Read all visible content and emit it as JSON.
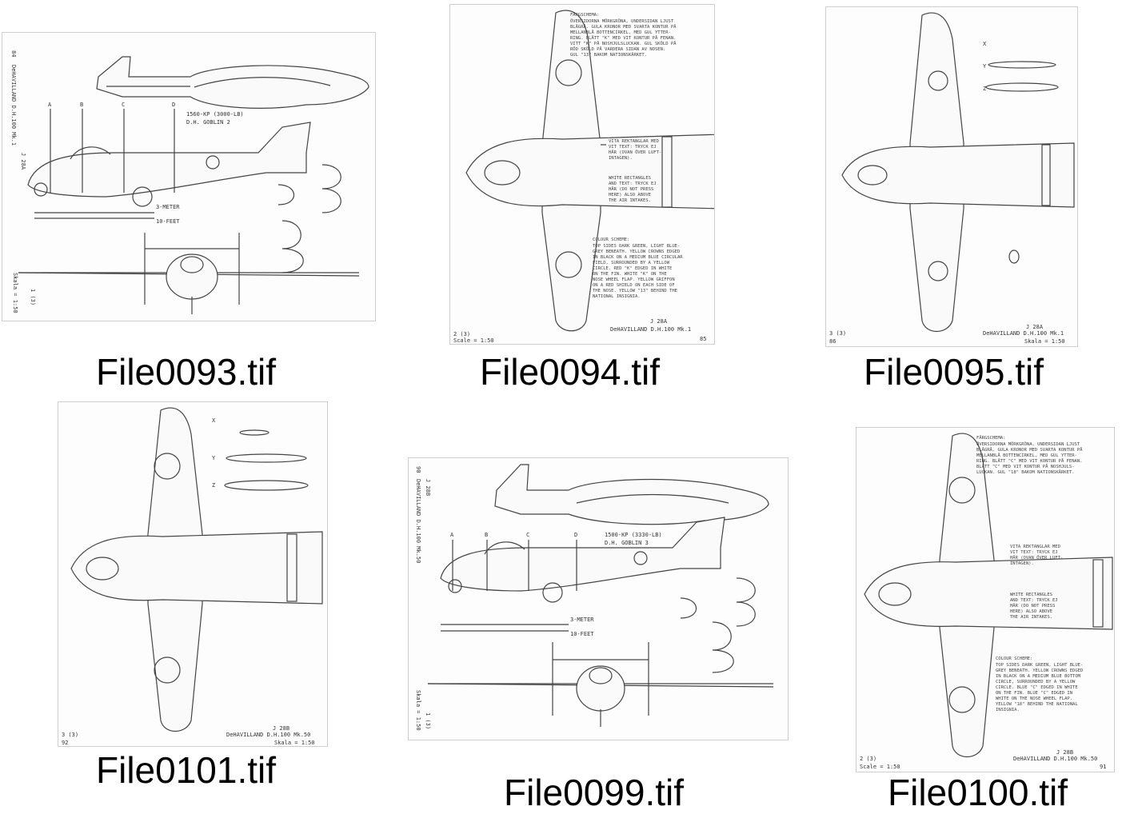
{
  "files": [
    {
      "caption": "File0093.tif",
      "kind": "side",
      "text": {
        "page": "84",
        "model": "DeHAVILLAND D.H.100 Mk.1",
        "variant": "J 28A",
        "engine": "1560-KP (3000-LB)",
        "engine2": "D.H. GOBLIN 2",
        "meter": "3-METER",
        "feet": "10-FEET",
        "sheet": "1 (3)",
        "scale": "Skala = 1:50",
        "sections": [
          "A",
          "B",
          "C",
          "D"
        ]
      }
    },
    {
      "caption": "File0094.tif",
      "kind": "plan-notes",
      "text": {
        "page": "85",
        "model": "DeHAVILLAND D.H.100 Mk.1",
        "variant": "J 28A",
        "sheet": "2 (3)",
        "scale": "Scale = 1:50",
        "notes_title": "FÄRGSCHEMA:",
        "notes": [
          "ÖVERSIDORNA MÖRKGRÖNA, UNDERSIDAN LJUST",
          "BLÅGRÅ. GULA KRONOR MED SVARTA KONTUR PÅ",
          "MELLANBLÅ BOTTENCIRKEL, MED GUL YTTER-",
          "RING. BLÅTT \"K\" MED VIT KONTUR PÅ FENAN.",
          "VITT \"K\" PÅ NOSHJULSLUCKAN. GUL SKÖLD PÅ",
          "RÖD SKÖLD PÅ VARDERA SIDAN AV NOSEN.",
          "GUL \"13\" BAKOM NATIONSKÄRKET."
        ],
        "box1": [
          "VITA REKTANGLAR MED",
          "VIT TEXT: TRYCK EJ",
          "HÄR (OVAN ÖVER LUFT-",
          "INTAGEN)."
        ],
        "box2": [
          "WHITE RECTANGLES",
          "AND TEXT: TRYCK EJ",
          "HÄR (DO NOT PRESS",
          "HERE) ALSO ABOVE",
          "THE AIR INTAKES."
        ],
        "colour_title": "COLOUR SCHEME:",
        "colour": [
          "TOP SIDES DARK GREEN, LIGHT BLUE-",
          "GREY BENEATH. YELLOW CROWNS EDGED",
          "IN BLACK ON A MEDIUM BLUE CIRCULAR",
          "FIELD, SURROUNDED BY A YELLOW",
          "CIRCLE. RED \"K\" EDGED IN WHITE",
          "ON THE FIN. WHITE \"K\" ON THE",
          "NOSE WHEEL FLAP. YELLOW GRIFFON",
          "ON A RED SHIELD ON EACH SIDE OF",
          "THE NOSE. YELLOW \"13\" BEHIND THE",
          "NATIONAL INSIGNIA."
        ]
      }
    },
    {
      "caption": "File0095.tif",
      "kind": "plan-under",
      "text": {
        "page": "86",
        "model": "DeHAVILLAND D.H.100 Mk.1",
        "variant": "J 28A",
        "sheet": "3 (3)",
        "scale": "Skala = 1:50",
        "stations": [
          "X",
          "Y",
          "Z"
        ]
      }
    },
    {
      "caption": "File0101.tif",
      "kind": "plan-under",
      "text": {
        "page": "92",
        "model": "DeHAVILLAND D.H.100 Mk.50",
        "variant": "J 28B",
        "sheet": "3 (3)",
        "scale": "Skala = 1:50",
        "stations": [
          "X",
          "Y",
          "Z"
        ]
      }
    },
    {
      "caption": "File0099.tif",
      "kind": "side",
      "text": {
        "page": "90",
        "model": "DeHAVILLAND D.H.100 Mk.50",
        "variant": "J 28B",
        "engine": "1500-KP (3330-LB)",
        "engine2": "D.H. GOBLIN 3",
        "meter": "3-METER",
        "feet": "10-FEET",
        "sheet": "1 (3)",
        "scale": "Skala = 1:50",
        "sections": [
          "A",
          "B",
          "C",
          "D"
        ]
      }
    },
    {
      "caption": "File0100.tif",
      "kind": "plan-notes",
      "text": {
        "page": "91",
        "model": "DeHAVILLAND D.H.100 Mk.50",
        "variant": "J 28B",
        "sheet": "2 (3)",
        "scale": "Scale = 1:50",
        "notes_title": "FÄRGSCHEMA:",
        "notes": [
          "ÖVERSIDORNA MÖRKGRÖNA, UNDERSIDAN LJUST",
          "BLÅGRÅ. GULA KRONOR MED SVARTA KONTUR PÅ",
          "MELLANBLÅ BOTTENCIRKEL, MED GUL YTTER-",
          "RING. BLÅTT \"C\" MED VIT KONTUR PÅ FENAN.",
          "BLÅTT \"C\" MED VIT KONTUR PÅ NOSHJULS-",
          "LUCKAN. GUL \"18\" BAKOM NATIONSKÄRKET."
        ],
        "box1": [
          "VITA REKTANGLAR MED",
          "VIT TEXT: TRYCK EJ",
          "HÄR (OVAN ÖVER LUFT-",
          "INTAGEN)."
        ],
        "box2": [
          "WHITE RECTANGLES",
          "AND TEXT: TRYCK EJ",
          "HÄR (DO NOT PRESS",
          "HERE) ALSO ABOVE",
          "THE AIR INTAKES."
        ],
        "colour_title": "COLOUR SCHEME:",
        "colour": [
          "TOP SIDES DARK GREEN, LIGHT BLUE-",
          "GREY BENEATH. YELLOW CROWNS EDGED",
          "IN BLACK ON A MEDIUM BLUE BOTTOM",
          "CIRCLE, SURROUNDED BY A YELLOW",
          "CIRCLE. BLUE \"C\" EDGED IN WHITE",
          "ON THE FIN. BLUE \"C\" EDGED IN",
          "WHITE ON THE NOSE WHEEL FLAP.",
          "YELLOW \"18\" BEHIND THE NATIONAL",
          "INSIGNIA."
        ]
      }
    }
  ]
}
